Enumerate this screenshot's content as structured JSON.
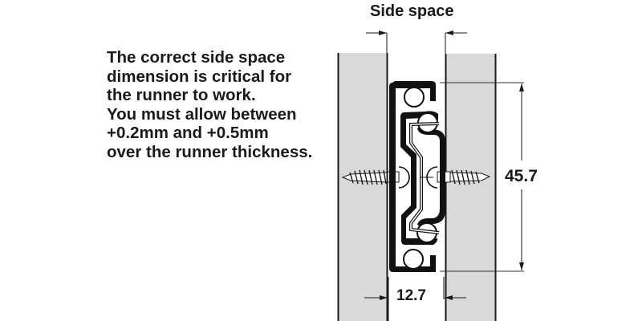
{
  "note": {
    "lines": [
      "The correct side space",
      "dimension is critical for",
      "the runner to work.",
      "You must allow between",
      "+0.2mm and +0.5mm",
      "over the runner thickness."
    ]
  },
  "diagram": {
    "title": "Side space",
    "height_dimension": "45.7",
    "width_dimension": "12.7",
    "colors": {
      "panel_fill": "#d8d9db",
      "line": "#1a1a1a",
      "runner": "#111111",
      "background": "#ffffff"
    },
    "icons": {
      "screw_left": "wood-screw-icon",
      "screw_right": "wood-screw-icon",
      "runner": "drawer-runner-profile-icon",
      "arrows": "dimension-arrow-icon"
    }
  }
}
